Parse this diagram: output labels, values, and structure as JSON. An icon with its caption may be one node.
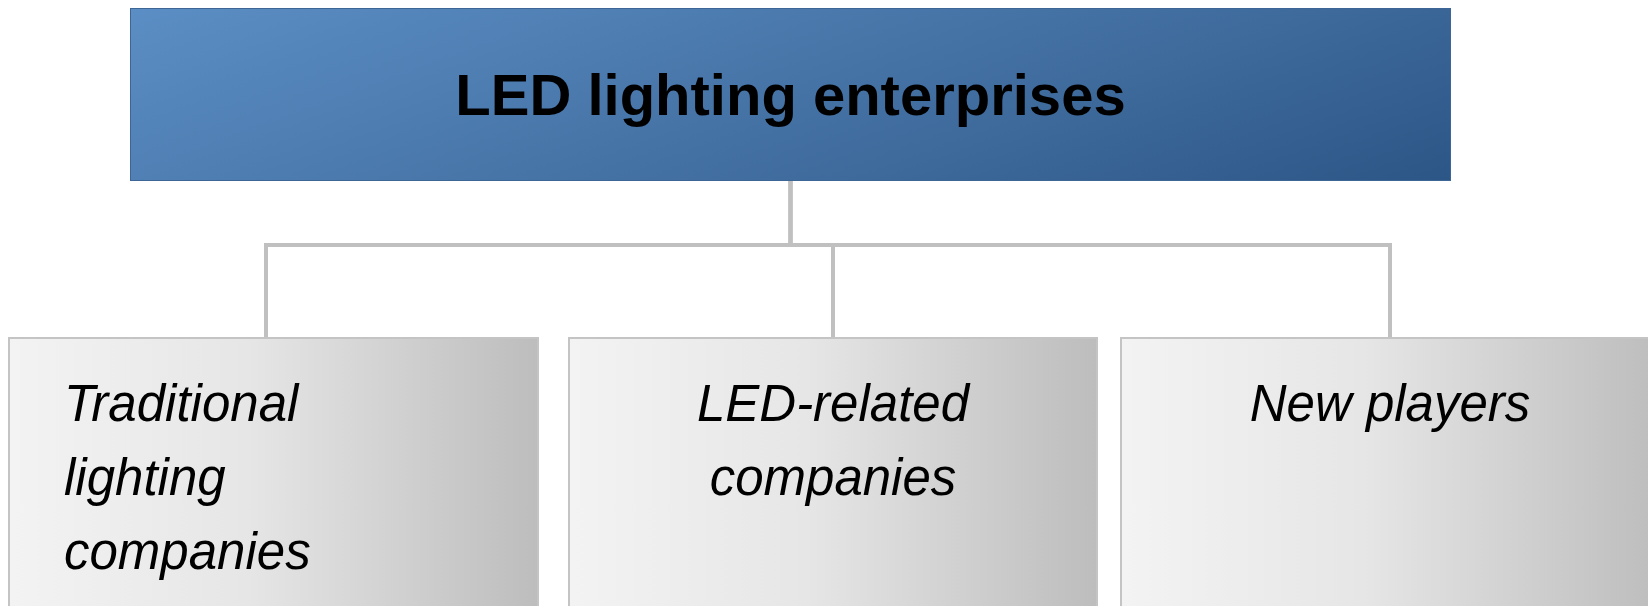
{
  "diagram": {
    "nodes": [
      {
        "text": [
          "LED lighting enterprises"
        ]
      },
      {
        "text": [
          "Traditional lighting companies"
        ]
      },
      {
        "text": [
          "LED-related companies"
        ]
      },
      {
        "text": [
          "New players"
        ]
      }
    ],
    "edges": [
      {
        "from": 0,
        "to": 1,
        "arrow": "none"
      },
      {
        "from": 0,
        "to": 2,
        "arrow": "none"
      },
      {
        "from": 0,
        "to": 3,
        "arrow": "none"
      }
    ]
  }
}
